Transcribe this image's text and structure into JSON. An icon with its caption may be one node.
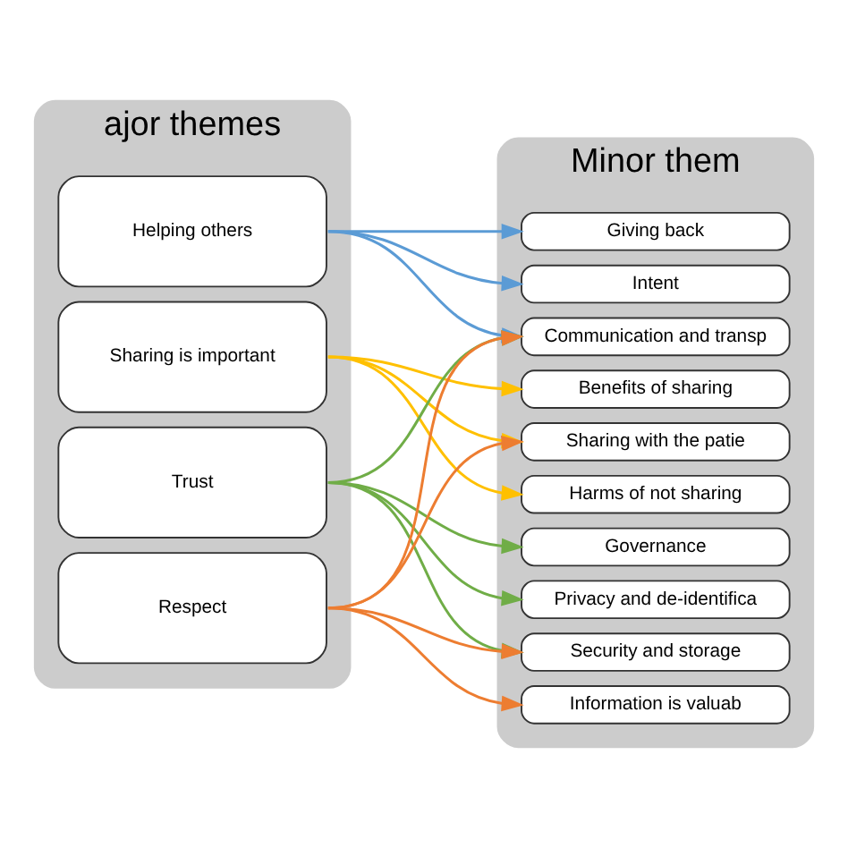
{
  "diagram": {
    "nodes": [
      {
        "text": [
          "ajor themes"
        ]
      },
      {
        "text": [
          "Helping others"
        ],
        "in": 0
      },
      {
        "text": [
          "Sharing is important"
        ],
        "in": 0
      },
      {
        "text": [
          "Trust"
        ],
        "in": 0
      },
      {
        "text": [
          "Respect"
        ],
        "in": 0
      },
      {
        "text": [
          "Minor them"
        ]
      },
      {
        "text": [
          "Giving back"
        ],
        "in": 5
      },
      {
        "text": [
          "Intent"
        ],
        "in": 5
      },
      {
        "text": [
          "Communication and transp"
        ],
        "in": 5
      },
      {
        "text": [
          "Benefits of sharing"
        ],
        "in": 5
      },
      {
        "text": [
          "Sharing with the patie"
        ],
        "in": 5
      },
      {
        "text": [
          "Harms of not sharing"
        ],
        "in": 5
      },
      {
        "text": [
          "Governance"
        ],
        "in": 5
      },
      {
        "text": [
          "Privacy and de-identifica"
        ],
        "in": 5
      },
      {
        "text": [
          "Security and storage"
        ],
        "in": 5
      },
      {
        "text": [
          "Information is valuab"
        ],
        "in": 5
      }
    ],
    "edges": [
      {
        "from": 1,
        "to": 6,
        "arrow": "to",
        "color": "#5b9bd5"
      },
      {
        "from": 1,
        "to": 7,
        "arrow": "to",
        "color": "#5b9bd5"
      },
      {
        "from": 1,
        "to": 8,
        "arrow": "to",
        "color": "#5b9bd5"
      },
      {
        "from": 2,
        "to": 9,
        "arrow": "to",
        "color": "#ffc000"
      },
      {
        "from": 2,
        "to": 10,
        "arrow": "to",
        "color": "#ffc000"
      },
      {
        "from": 2,
        "to": 11,
        "arrow": "to",
        "color": "#ffc000"
      },
      {
        "from": 3,
        "to": 8,
        "arrow": "to",
        "color": "#70ad47"
      },
      {
        "from": 3,
        "to": 12,
        "arrow": "to",
        "color": "#70ad47"
      },
      {
        "from": 3,
        "to": 13,
        "arrow": "to",
        "color": "#70ad47"
      },
      {
        "from": 3,
        "to": 14,
        "arrow": "to",
        "color": "#70ad47"
      },
      {
        "from": 4,
        "to": 8,
        "arrow": "to",
        "color": "#ed7d31"
      },
      {
        "from": 4,
        "to": 10,
        "arrow": "to",
        "color": "#ed7d31"
      },
      {
        "from": 4,
        "to": 14,
        "arrow": "to",
        "color": "#ed7d31"
      },
      {
        "from": 4,
        "to": 15,
        "arrow": "to",
        "color": "#ed7d31"
      }
    ]
  }
}
